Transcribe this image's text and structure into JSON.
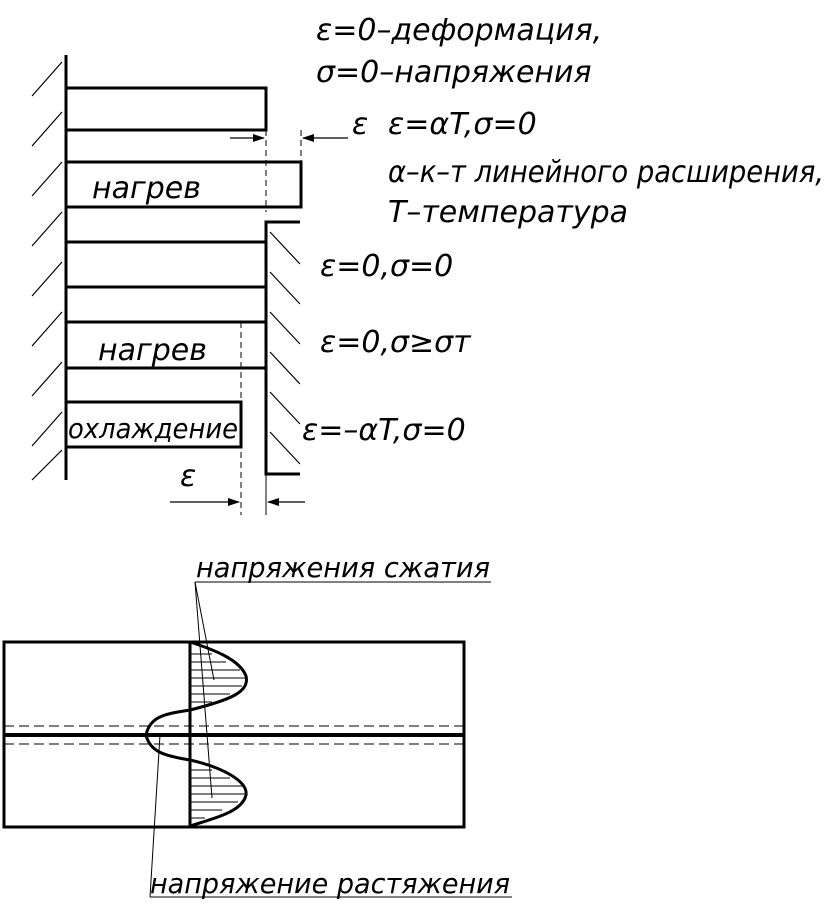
{
  "labels": {
    "eps_zero": "ε=0–деформация,",
    "sigma_zero": "σ=0–напряжения",
    "eps_symbol_top": "ε",
    "eps_alpha_t": "ε=αT,σ=0",
    "alpha_def": "α–к–т линейного расширения,",
    "t_def": "T–температура",
    "heat_1": "нагрев",
    "state_1": "ε=0,σ=0",
    "heat_2": "нагрев",
    "state_2": "ε=0,σ≥σт",
    "cooling": "охлаждение",
    "state_3": "ε=–αT,σ=0",
    "eps_symbol_bottom": "ε",
    "compression": "напряжения сжатия",
    "tension": "напряжение растяжения"
  },
  "colors": {
    "ink": "#000000",
    "paper": "#ffffff"
  }
}
